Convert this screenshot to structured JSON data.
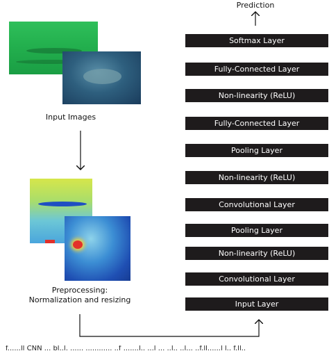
{
  "title": "Prediction",
  "input_label": "Input Images",
  "preprocess_label": {
    "line1": "Preprocessing:",
    "line2": "Normalization and resizing"
  },
  "layers": [
    "Softmax Layer",
    "Fully-Connected Layer",
    "Non-linearity (ReLU)",
    "Fully-Connected Layer",
    "Pooling Layer",
    "Non-linearity (ReLU)",
    "Convolutional Layer",
    "Pooling Layer",
    "Non-linearity (ReLU)",
    "Convolutional Layer",
    "Input Layer"
  ],
  "caption": "f......ll CNN ... bl..l. ...... ............ ..f .......l.. ...l ... ..l.. ..l... ..f.ll......l l.. f.ll..",
  "colors": {
    "layer_bg": "#1e1b1c",
    "layer_text": "#ffffff",
    "arrow": "#111111"
  }
}
